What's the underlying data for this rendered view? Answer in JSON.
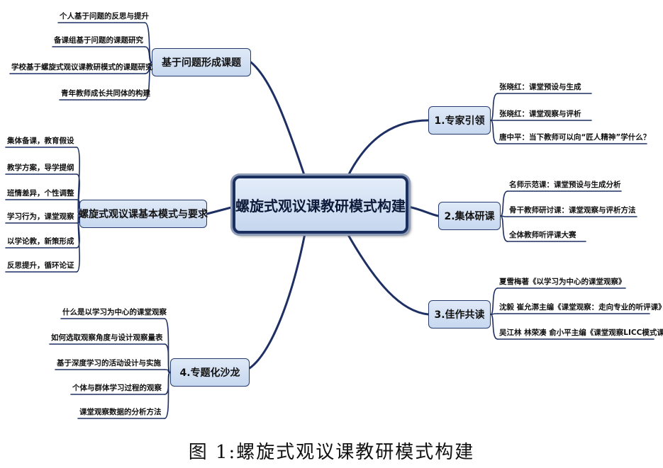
{
  "central": {
    "label": "螺旋式观议课教研模式构建"
  },
  "branches": [
    {
      "label": "基于问题形成课题",
      "leaves": [
        "个人基于问题的反思与提升",
        "备课组基于问题的课题研究",
        "学校基于螺旋式观议课教研模式的课题研究",
        "青年教师成长共同体的构建"
      ]
    },
    {
      "label": "螺旋式观议课基本模式与要求",
      "leaves": [
        "集体备课，教育假设",
        "教学方案，导学提纲",
        "班情差异，个性调整",
        "学习行为，课堂观察",
        "以学论教，新策形成",
        "反思提升，循环论证"
      ]
    },
    {
      "label": "4.专题化沙龙",
      "leaves": [
        "什么是以学习为中心的课堂观察",
        "如何选取观察角度与设计观察量表",
        "基于深度学习的活动设计与实施",
        "个体与群体学习过程的观察",
        "课堂观察数据的分析方法"
      ]
    },
    {
      "label": "1.专家引领",
      "leaves": [
        "张晓红：课堂预设与生成",
        "张晓红：课堂观察与评析",
        "唐中平：当下教师可以向“匠人精神”学什么？"
      ]
    },
    {
      "label": "2.集体研课",
      "leaves": [
        "名师示范课：课堂预设与生成分析",
        "骨干教师研讨课：课堂观察与评析方法",
        "全体教师听评课大赛"
      ]
    },
    {
      "label": "3.佳作共读",
      "leaves": [
        "夏雪梅著《以学习为中心的课堂观察》",
        "沈毅 崔允漷主编《课堂观察：走向专业的听评课》",
        "吴江林 林荣凑 俞小平主编《课堂观察LICC模式课例集》"
      ]
    }
  ],
  "caption": "图 1:螺旋式观议课教研模式构建",
  "colors": {
    "connector": "#1d2f63",
    "leaf_underline": "#1d2f63",
    "central_border": "#1b2f5e",
    "branch_fill": "#cfdcf0"
  }
}
